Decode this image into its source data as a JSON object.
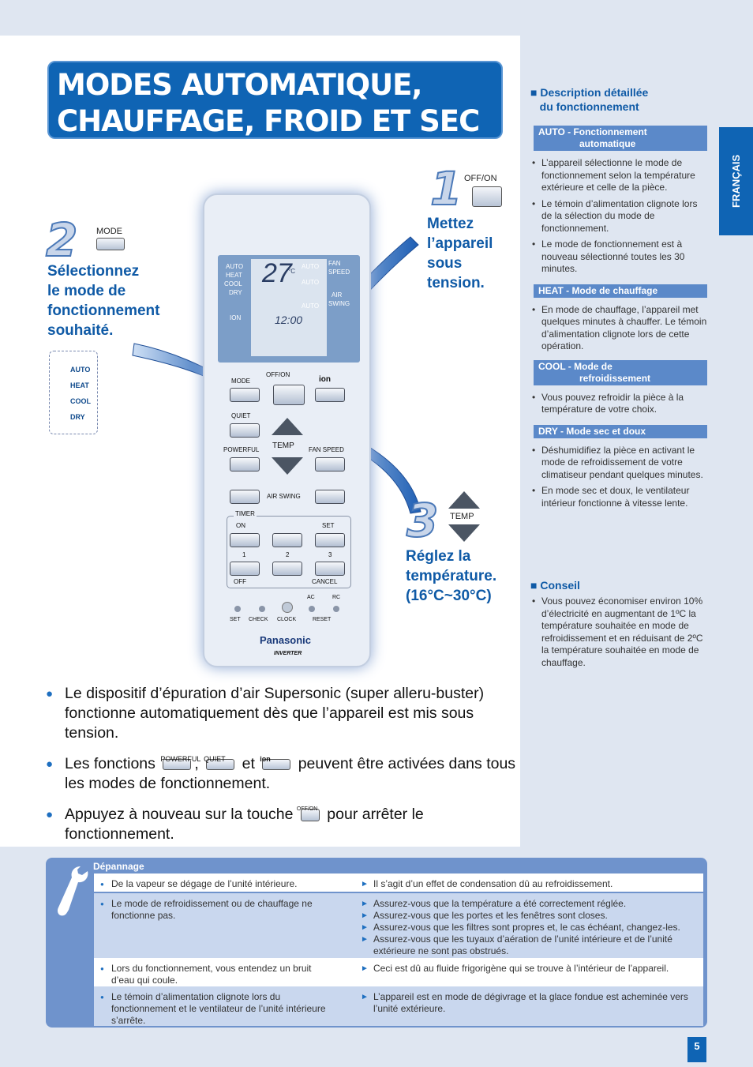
{
  "title": {
    "line1": "MODES AUTOMATIQUE,",
    "line2": "CHAUFFAGE, FROID ET SEC"
  },
  "step1": {
    "number": "1",
    "button_label": "OFF/ON",
    "text": [
      "Mettez",
      "l’appareil",
      "sous",
      "tension."
    ]
  },
  "step2": {
    "number": "2",
    "button_label": "MODE",
    "text": [
      "Sélectionnez",
      "le mode de",
      "fonctionnement",
      "souhaité."
    ],
    "modes": [
      "AUTO",
      "HEAT",
      "COOL",
      "DRY"
    ]
  },
  "step3": {
    "number": "3",
    "button_label": "TEMP",
    "text": [
      "Réglez la",
      "température.",
      "(16°C~30°C)"
    ]
  },
  "remote": {
    "lcd_modes": [
      "AUTO",
      "HEAT",
      "COOL",
      "DRY"
    ],
    "lcd_ion": "ION",
    "lcd_temp": "27",
    "lcd_unit": "°C",
    "lcd_time": "12:00",
    "lcd_auto1": "AUTO",
    "lcd_auto2": "AUTO",
    "lcd_auto3": "AUTO",
    "lcd_fan": "FAN",
    "lcd_speed": "SPEED",
    "lcd_air": "AIR",
    "lcd_swing": "SWING",
    "mode": "MODE",
    "offon": "OFF/ON",
    "ion": "ion",
    "quiet": "QUIET",
    "powerful": "POWERFUL",
    "temp": "TEMP",
    "fanspeed": "FAN SPEED",
    "airswing": "AIR SWING",
    "timer": "TIMER",
    "on": "ON",
    "set": "SET",
    "n1": "1",
    "n2": "2",
    "n3": "3",
    "off": "OFF",
    "cancel": "CANCEL",
    "ac": "AC",
    "rc": "RC",
    "set2": "SET",
    "check": "CHECK",
    "clock": "CLOCK",
    "reset": "RESET",
    "brand": "Panasonic",
    "inverter": "INVERTER"
  },
  "bullets": {
    "b1": "Le dispositif d’épuration d’air Supersonic (super alleru-buster) fonctionne automatiquement dès que l’appareil est mis sous tension.",
    "b2_pre": "Les fonctions",
    "b2_btn1": "POWERFUL",
    "b2_sep": ",",
    "b2_btn2": "QUIET",
    "b2_et": "et",
    "b2_btn3": "ion",
    "b2_post": "peuvent être activées dans tous les modes de fonctionnement.",
    "b3_pre": "Appuyez à nouveau sur la touche",
    "b3_btn": "OFF/ON",
    "b3_post": "pour arrêter le fonctionnement."
  },
  "sidebar": {
    "heading1": "Description détaillée",
    "heading2": "du fonctionnement",
    "auto_band1": "AUTO - Fonctionnement",
    "auto_band2": "automatique",
    "auto_items": [
      "L’appareil sélectionne le mode de fonctionnement selon la température extérieure et celle de la pièce.",
      "Le témoin d’alimentation clignote lors de la sélection du mode de fonctionnement.",
      "Le mode de fonctionnement est à nouveau sélectionné toutes les 30 minutes."
    ],
    "heat_band": "HEAT - Mode de chauffage",
    "heat_items": [
      "En mode de chauffage, l’appareil met quelques minutes à chauffer. Le témoin d’alimentation clignote lors de cette opération."
    ],
    "cool_band1": "COOL - Mode de",
    "cool_band2": "refroidissement",
    "cool_items": [
      "Vous pouvez refroidir la pièce à la température de votre choix."
    ],
    "dry_band": "DRY - Mode sec et doux",
    "dry_items": [
      "Déshumidifiez la pièce en activant le mode de refroidissement de votre climatiseur pendant quelques minutes.",
      "En mode sec et doux, le ventilateur intérieur fonctionne à vitesse lente."
    ],
    "conseil_heading": "Conseil",
    "conseil_items": [
      "Vous pouvez économiser environ 10% d’électricité en augmentant de 1ºC la température souhaitée en mode de refroidissement et en réduisant de 2ºC la température souhaitée en mode de chauffage."
    ]
  },
  "language_tab": "FRANÇAIS",
  "troubleshooting": {
    "title": "Dépannage",
    "rows": [
      {
        "problem": "De la vapeur se dégage de l’unité intérieure.",
        "solutions": [
          "Il s’agit d’un effet de condensation dû au refroidissement."
        ]
      },
      {
        "problem": "Le mode de refroidissement ou de chauffage ne fonctionne pas.",
        "solutions": [
          "Assurez-vous que la température a été correctement réglée.",
          "Assurez-vous que les portes et les fenêtres sont closes.",
          "Assurez-vous que les filtres sont propres et, le cas échéant, changez-les.",
          "Assurez-vous que les tuyaux d’aération de l’unité intérieure et de l’unité extérieure ne sont pas obstrués."
        ]
      },
      {
        "problem": "Lors du fonctionnement, vous entendez un bruit d’eau qui coule.",
        "solutions": [
          "Ceci est dû au fluide frigorigène qui se trouve à l’intérieur de l’appareil."
        ]
      },
      {
        "problem": "Le témoin d’alimentation clignote lors du fonctionnement et le ventilateur de l’unité intérieure s’arrête.",
        "solutions": [
          "L’appareil est en mode de dégivrage et la glace fondue est acheminée vers l’unité extérieure."
        ]
      }
    ]
  },
  "page_number": "5",
  "colors": {
    "brand_blue": "#0f64b4",
    "band_blue": "#5b89c9",
    "page_bg": "#dfe6f1"
  },
  "icons": [
    "wrench-icon",
    "curved-arrow-icon"
  ]
}
